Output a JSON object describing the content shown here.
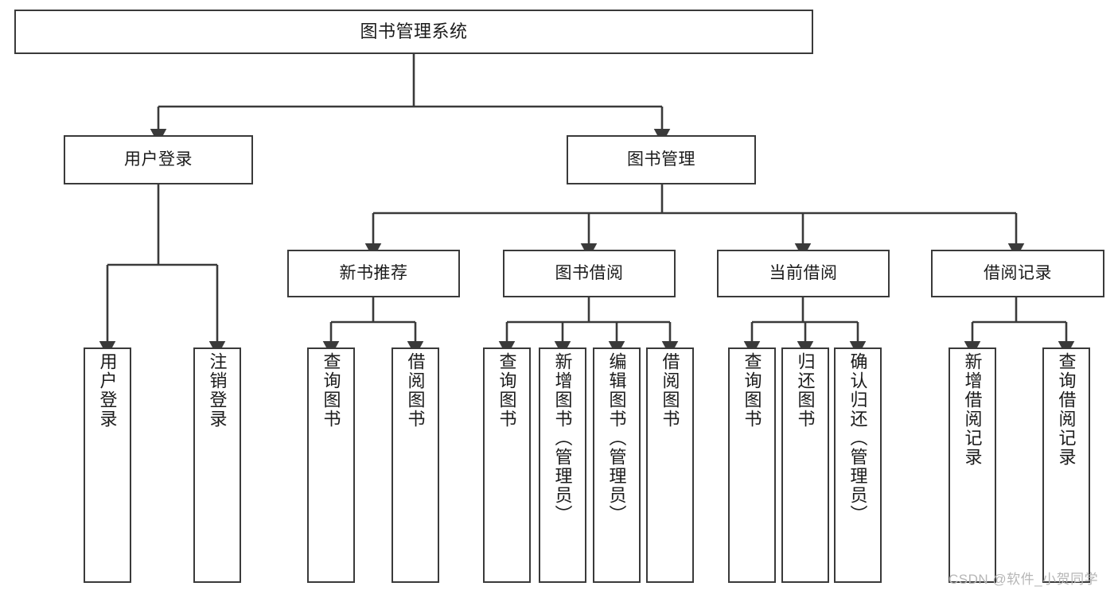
{
  "diagram": {
    "title": "图书管理系统",
    "type": "functional-structure-tree",
    "watermark": "CSDN @软件_小贺同学",
    "colors": {
      "border": "#3a3a3a",
      "background": "#ffffff",
      "text": "#1b1b1b",
      "edge": "#3a3a3a",
      "watermark": "#b6b6b6"
    },
    "levels": {
      "root": "图书管理系统",
      "level2": [
        "用户登录",
        "图书管理"
      ],
      "level3": [
        "新书推荐",
        "图书借阅",
        "当前借阅",
        "借阅记录"
      ]
    },
    "nodes": {
      "root": {
        "label": "图书管理系统"
      },
      "user_login": {
        "label": "用户登录"
      },
      "book_manage": {
        "label": "图书管理"
      },
      "new_book_rec": {
        "label": "新书推荐"
      },
      "book_borrow": {
        "label": "图书借阅"
      },
      "current_borrow": {
        "label": "当前借阅"
      },
      "borrow_record": {
        "label": "借阅记录"
      },
      "leaf_user_login": {
        "label": "用户登录"
      },
      "leaf_user_logout": {
        "label": "注销登录"
      },
      "leaf_nbr_query": {
        "label": "查询图书"
      },
      "leaf_nbr_borrow": {
        "label": "借阅图书"
      },
      "leaf_bb_query": {
        "label": "查询图书"
      },
      "leaf_bb_add": {
        "label": "新增图书（管理员）"
      },
      "leaf_bb_edit": {
        "label": "编辑图书（管理员）"
      },
      "leaf_bb_borrow": {
        "label": "借阅图书"
      },
      "leaf_cb_query": {
        "label": "查询图书"
      },
      "leaf_cb_return": {
        "label": "归还图书"
      },
      "leaf_cb_confirm": {
        "label": "确认归还（管理员）"
      },
      "leaf_br_add": {
        "label": "新增借阅记录"
      },
      "leaf_br_query": {
        "label": "查询借阅记录"
      }
    }
  }
}
